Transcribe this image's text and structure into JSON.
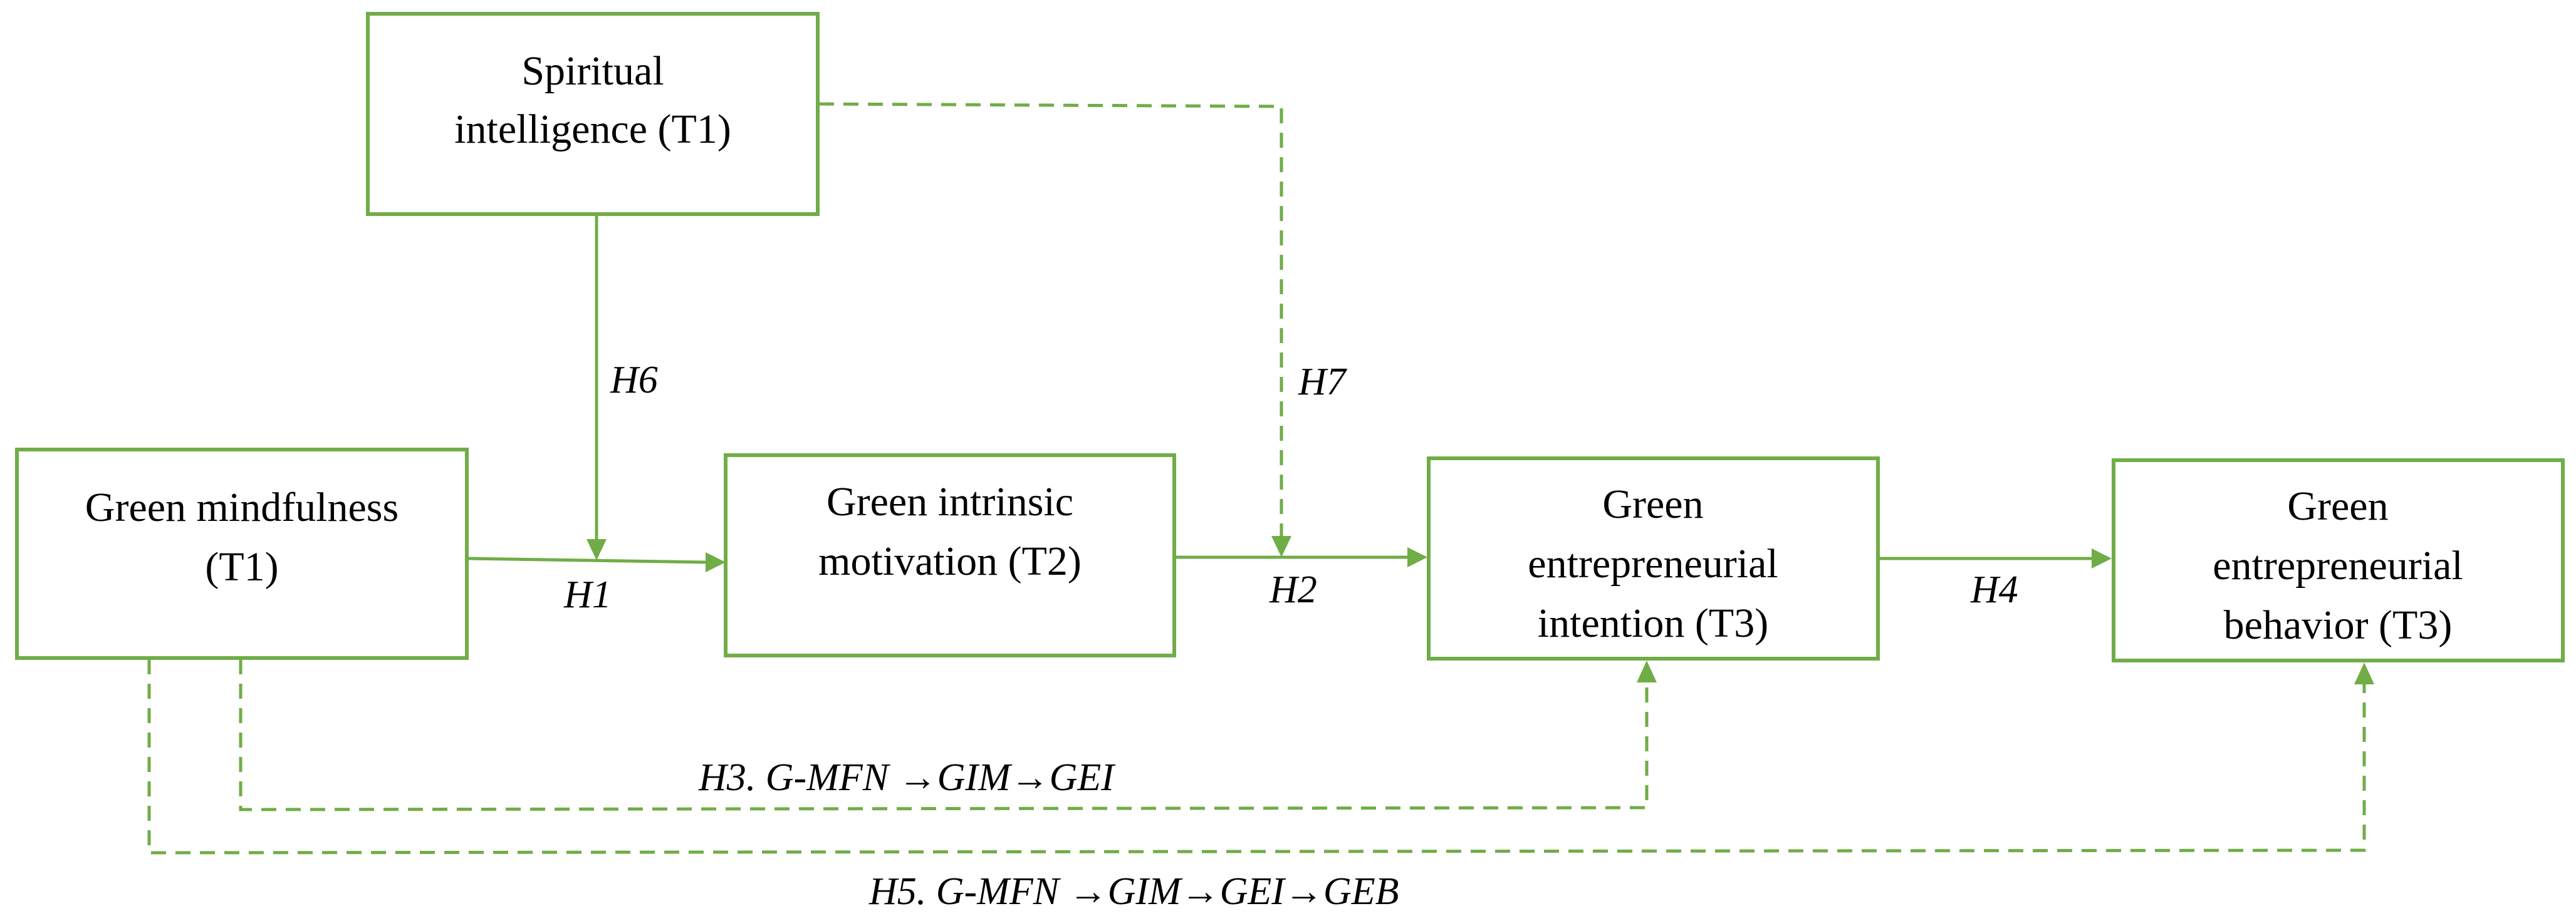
{
  "nodes": {
    "spiritual_intelligence": {
      "lines": [
        "Spiritual",
        "intelligence (T1)"
      ]
    },
    "green_mindfulness": {
      "lines": [
        "Green mindfulness",
        "(T1)"
      ]
    },
    "green_intrinsic_motivation": {
      "lines": [
        "Green intrinsic",
        "motivation (T2)"
      ]
    },
    "green_entrepreneurial_intention": {
      "lines": [
        "Green",
        "entrepreneurial",
        "intention (T3)"
      ]
    },
    "green_entrepreneurial_behavior": {
      "lines": [
        "Green",
        "entrepreneurial",
        "behavior (T3)"
      ]
    }
  },
  "hypotheses": {
    "h1": "H1",
    "h2": "H2",
    "h3": "H3. G-MFN →GIM→GEI",
    "h4": "H4",
    "h5": "H5. G-MFN →GIM→GEI→GEB",
    "h6": "H6",
    "h7": "H7"
  },
  "colors": {
    "box_border": "#70ad47",
    "arrow": "#70ad47",
    "text": "#000000"
  }
}
